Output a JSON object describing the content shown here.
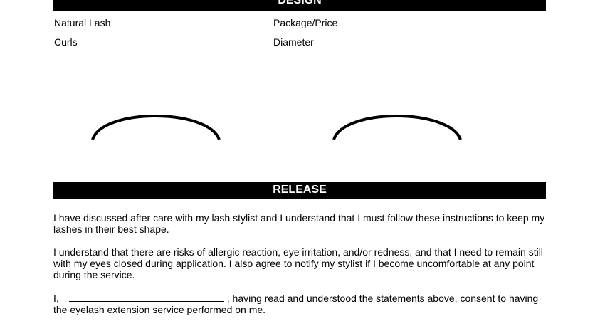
{
  "design": {
    "header": "DESIGN",
    "natural_lash_label": "Natural Lash",
    "curls_label": "Curls",
    "package_price_label": "Package/Price",
    "diameter_label": "Diameter"
  },
  "release": {
    "header": "RELEASE",
    "paragraph_1": "I have discussed after care with my lash stylist and I understand that I must follow these instructions to keep my lashes in their best shape.",
    "paragraph_2": "I understand that there are risks of allergic reaction, eye irritation, and/or redness, and that I need to remain still with my eyes closed during application.  I also agree to notify my stylist if I become uncomfortable at any point during the service.",
    "consent_prefix": "I,",
    "consent_suffix": ", having read and understood the statements above, consent to having the eyelash extension service performed on me."
  }
}
